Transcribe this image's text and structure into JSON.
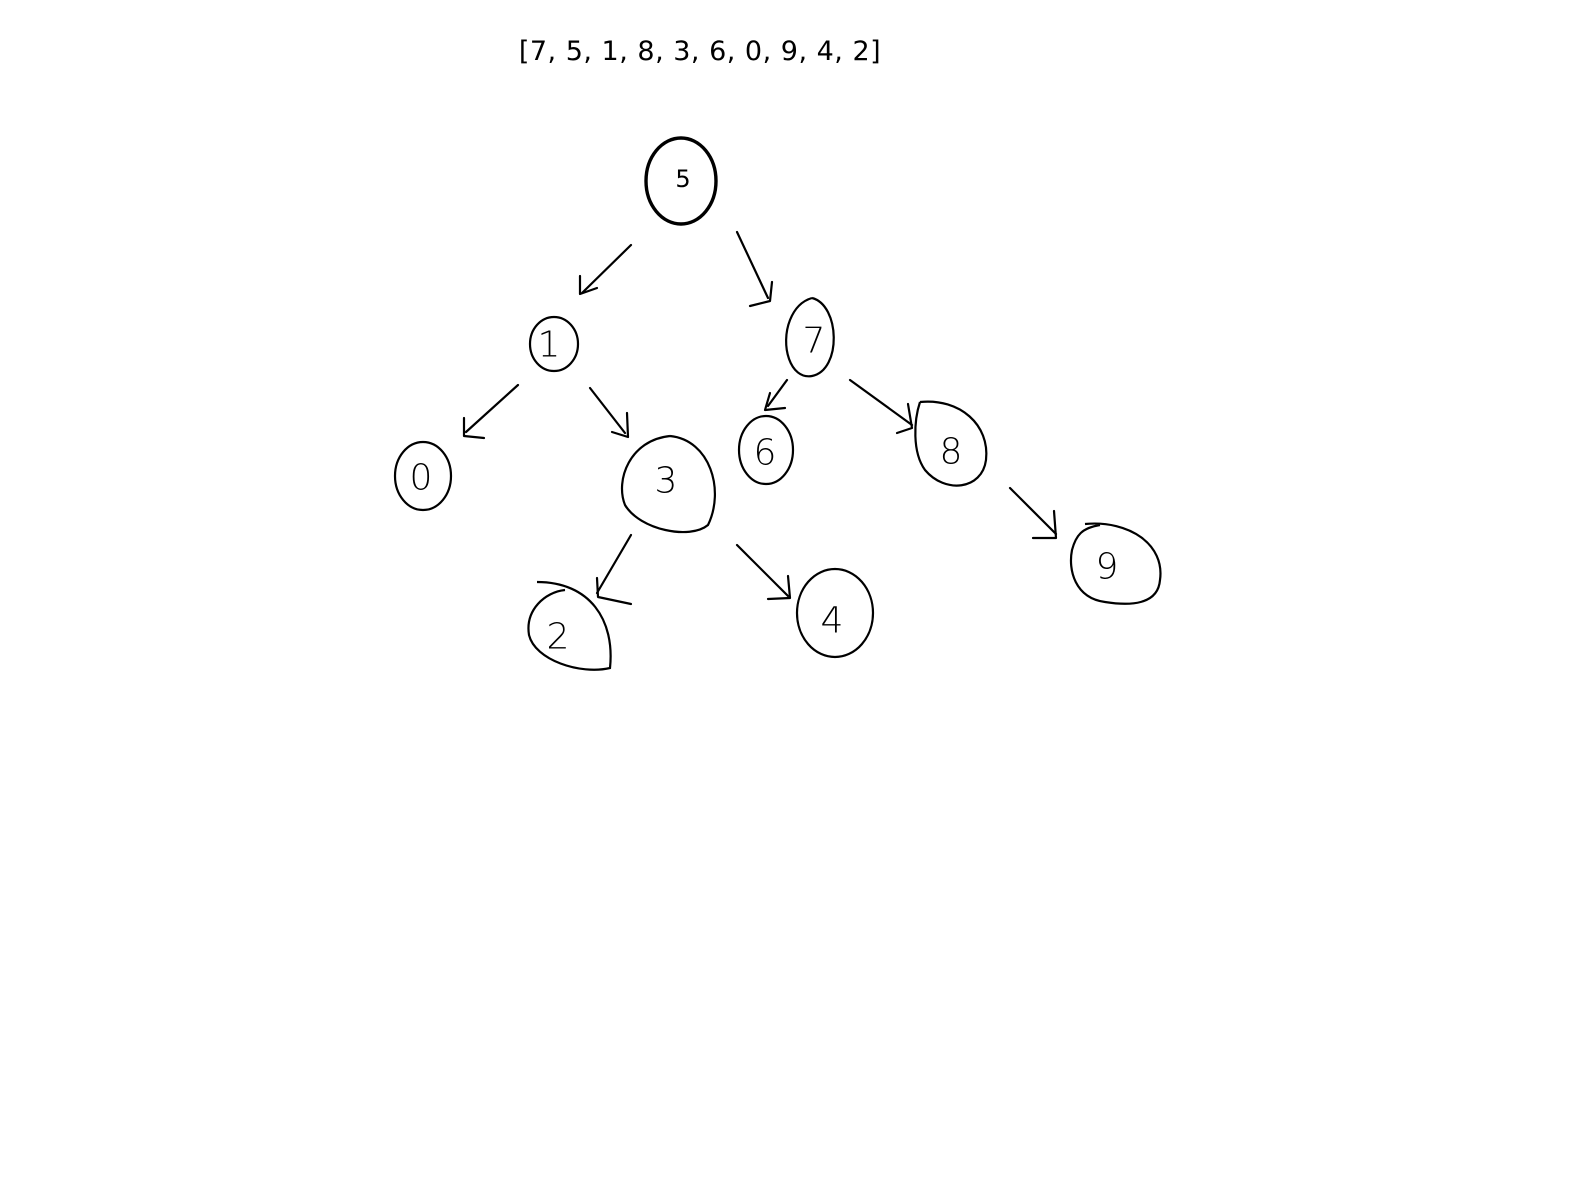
{
  "input_array": "[7, 5, 1, 8, 3, 6, 0, 9, 4, 2]",
  "nodes": [
    {
      "id": "n5",
      "label": "5"
    },
    {
      "id": "n1",
      "label": "1"
    },
    {
      "id": "n7",
      "label": "7"
    },
    {
      "id": "n0",
      "label": "0"
    },
    {
      "id": "n3",
      "label": "3"
    },
    {
      "id": "n6",
      "label": "6"
    },
    {
      "id": "n8",
      "label": "8"
    },
    {
      "id": "n2",
      "label": "2"
    },
    {
      "id": "n4",
      "label": "4"
    },
    {
      "id": "n9",
      "label": "9"
    }
  ],
  "edges": [
    {
      "from": "n5",
      "to": "n1"
    },
    {
      "from": "n5",
      "to": "n7"
    },
    {
      "from": "n1",
      "to": "n0"
    },
    {
      "from": "n1",
      "to": "n3"
    },
    {
      "from": "n7",
      "to": "n6"
    },
    {
      "from": "n7",
      "to": "n8"
    },
    {
      "from": "n3",
      "to": "n2"
    },
    {
      "from": "n3",
      "to": "n4"
    },
    {
      "from": "n8",
      "to": "n9"
    }
  ]
}
